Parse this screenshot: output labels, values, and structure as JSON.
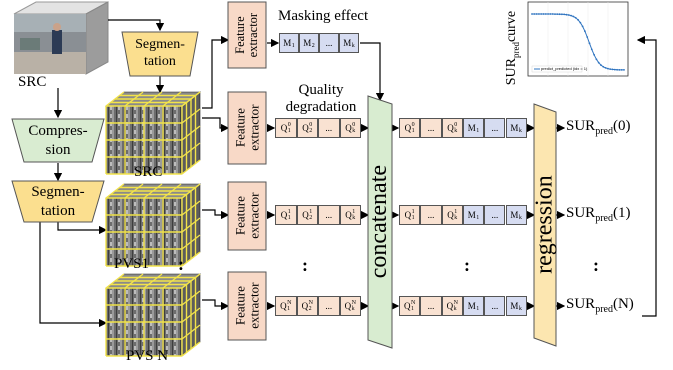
{
  "src_label": "SRC",
  "compression": [
    "Compres-",
    "sion"
  ],
  "segmentation": [
    "Segmen-",
    "tation"
  ],
  "feature_extractor": [
    "Feature",
    "extractor"
  ],
  "masking_effect": "Masking effect",
  "quality_degradation": [
    "Quality",
    "degradation"
  ],
  "cube_labels": [
    "SRC",
    "PVS1",
    "PVS N"
  ],
  "concatenate": "concatenate",
  "regression": "regression",
  "sur_curve_label": "SUR",
  "sur_curve_label_sub": "pred",
  "sur_curve_label_tail": " curve",
  "sur_curve_legend": "predict_predicted (idx = 1)",
  "sur_outputs": [
    {
      "main": "SUR",
      "sub": "pred",
      "arg": "(0)"
    },
    {
      "main": "SUR",
      "sub": "pred",
      "arg": "(1)"
    },
    {
      "main": "SUR",
      "sub": "pred",
      "arg": "(N)"
    }
  ],
  "mask_cells": [
    {
      "b": "M",
      "s": "1"
    },
    {
      "b": "M",
      "s": "2"
    },
    {
      "b": "...",
      "s": ""
    },
    {
      "b": "M",
      "s": "k"
    }
  ],
  "q_rows": [
    [
      {
        "b": "Q",
        "s": "1",
        "p": "0"
      },
      {
        "b": "Q",
        "s": "2",
        "p": "0"
      },
      {
        "b": "...",
        "s": "",
        "p": ""
      },
      {
        "b": "Q",
        "s": "k",
        "p": "0"
      }
    ],
    [
      {
        "b": "Q",
        "s": "1",
        "p": "1"
      },
      {
        "b": "Q",
        "s": "2",
        "p": "1"
      },
      {
        "b": "...",
        "s": "",
        "p": ""
      },
      {
        "b": "Q",
        "s": "k",
        "p": "1"
      }
    ],
    [
      {
        "b": "Q",
        "s": "1",
        "p": "N"
      },
      {
        "b": "Q",
        "s": "2",
        "p": "N"
      },
      {
        "b": "...",
        "s": "",
        "p": ""
      },
      {
        "b": "Q",
        "s": "k",
        "p": "N"
      }
    ]
  ],
  "concat_rows": [
    [
      {
        "b": "Q",
        "s": "1",
        "p": "0",
        "c": "q"
      },
      {
        "b": "...",
        "s": "",
        "p": "",
        "c": "q"
      },
      {
        "b": "Q",
        "s": "k",
        "p": "0",
        "c": "q"
      },
      {
        "b": "M",
        "s": "1",
        "p": "",
        "c": "m"
      },
      {
        "b": "...",
        "s": "",
        "p": "",
        "c": "m"
      },
      {
        "b": "M",
        "s": "k",
        "p": "",
        "c": "m"
      }
    ],
    [
      {
        "b": "Q",
        "s": "1",
        "p": "1",
        "c": "q"
      },
      {
        "b": "...",
        "s": "",
        "p": "",
        "c": "q"
      },
      {
        "b": "Q",
        "s": "k",
        "p": "1",
        "c": "q"
      },
      {
        "b": "M",
        "s": "1",
        "p": "",
        "c": "m"
      },
      {
        "b": "...",
        "s": "",
        "p": "",
        "c": "m"
      },
      {
        "b": "M",
        "s": "k",
        "p": "",
        "c": "m"
      }
    ],
    [
      {
        "b": "Q",
        "s": "1",
        "p": "N",
        "c": "q"
      },
      {
        "b": "...",
        "s": "",
        "p": "",
        "c": "q"
      },
      {
        "b": "Q",
        "s": "k",
        "p": "N",
        "c": "q"
      },
      {
        "b": "M",
        "s": "1",
        "p": "",
        "c": "m"
      },
      {
        "b": "...",
        "s": "",
        "p": "",
        "c": "m"
      },
      {
        "b": "M",
        "s": "k",
        "p": "",
        "c": "m"
      }
    ]
  ],
  "ellipsis": ":",
  "colors": {
    "segmentation_fill": "#fbdf8f",
    "compression_fill": "#d9ecd1",
    "extractor_fill": "#f8d9c7",
    "q_fill": "#f9e2d2",
    "m_fill": "#d6dcf1",
    "concat_fill": "#d8ecd0",
    "regression_fill": "#fce6b0",
    "cube_grid": "#f2e34a",
    "curve": "#2f74c0"
  }
}
